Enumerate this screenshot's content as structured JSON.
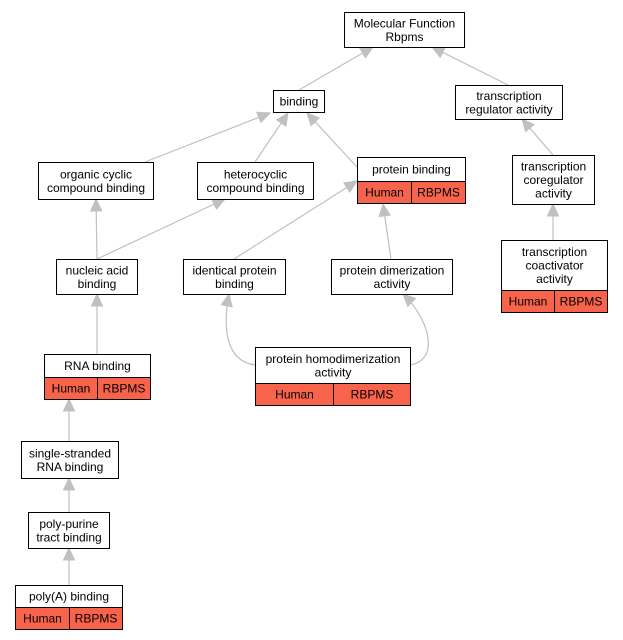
{
  "colors": {
    "annotation_fill": "#f7634b",
    "edge": "#c0c0c0",
    "node_border": "#000000",
    "node_fill": "#ffffff"
  },
  "nodes": {
    "molecular_function": {
      "lines": [
        "Molecular Function",
        "Rbpms"
      ]
    },
    "binding": {
      "lines": [
        "binding"
      ]
    },
    "transcription_regulator_activity": {
      "lines": [
        "transcription",
        "regulator activity"
      ]
    },
    "organic_cyclic_compound_binding": {
      "lines": [
        "organic cyclic",
        "compound binding"
      ]
    },
    "heterocyclic_compound_binding": {
      "lines": [
        "heterocyclic",
        "compound binding"
      ]
    },
    "protein_binding": {
      "lines": [
        "protein binding"
      ],
      "species": "Human",
      "gene": "RBPMS"
    },
    "transcription_coregulator_activity": {
      "lines": [
        "transcription",
        "coregulator",
        "activity"
      ]
    },
    "nucleic_acid_binding": {
      "lines": [
        "nucleic acid",
        "binding"
      ]
    },
    "identical_protein_binding": {
      "lines": [
        "identical protein",
        "binding"
      ]
    },
    "protein_dimerization_activity": {
      "lines": [
        "protein dimerization",
        "activity"
      ]
    },
    "transcription_coactivator_activity": {
      "lines": [
        "transcription",
        "coactivator",
        "activity"
      ],
      "species": "Human",
      "gene": "RBPMS"
    },
    "rna_binding": {
      "lines": [
        "RNA binding"
      ],
      "species": "Human",
      "gene": "RBPMS"
    },
    "protein_homodimerization_activity": {
      "lines": [
        "protein homodimerization",
        "activity"
      ],
      "species": "Human",
      "gene": "RBPMS"
    },
    "single_stranded_rna_binding": {
      "lines": [
        "single-stranded",
        "RNA binding"
      ]
    },
    "poly_purine_tract_binding": {
      "lines": [
        "poly-purine",
        "tract binding"
      ]
    },
    "poly_a_binding": {
      "lines": [
        "poly(A) binding"
      ],
      "species": "Human",
      "gene": "RBPMS"
    }
  },
  "edges": [
    {
      "from": "binding",
      "to": "molecular_function"
    },
    {
      "from": "transcription_regulator_activity",
      "to": "molecular_function"
    },
    {
      "from": "organic_cyclic_compound_binding",
      "to": "binding"
    },
    {
      "from": "heterocyclic_compound_binding",
      "to": "binding"
    },
    {
      "from": "protein_binding",
      "to": "binding"
    },
    {
      "from": "transcription_coregulator_activity",
      "to": "transcription_regulator_activity"
    },
    {
      "from": "nucleic_acid_binding",
      "to": "organic_cyclic_compound_binding"
    },
    {
      "from": "nucleic_acid_binding",
      "to": "heterocyclic_compound_binding"
    },
    {
      "from": "identical_protein_binding",
      "to": "protein_binding"
    },
    {
      "from": "protein_dimerization_activity",
      "to": "protein_binding"
    },
    {
      "from": "transcription_coactivator_activity",
      "to": "transcription_coregulator_activity"
    },
    {
      "from": "rna_binding",
      "to": "nucleic_acid_binding"
    },
    {
      "from": "protein_homodimerization_activity",
      "to": "identical_protein_binding"
    },
    {
      "from": "protein_homodimerization_activity",
      "to": "protein_dimerization_activity"
    },
    {
      "from": "single_stranded_rna_binding",
      "to": "rna_binding"
    },
    {
      "from": "poly_purine_tract_binding",
      "to": "single_stranded_rna_binding"
    },
    {
      "from": "poly_a_binding",
      "to": "poly_purine_tract_binding"
    }
  ]
}
